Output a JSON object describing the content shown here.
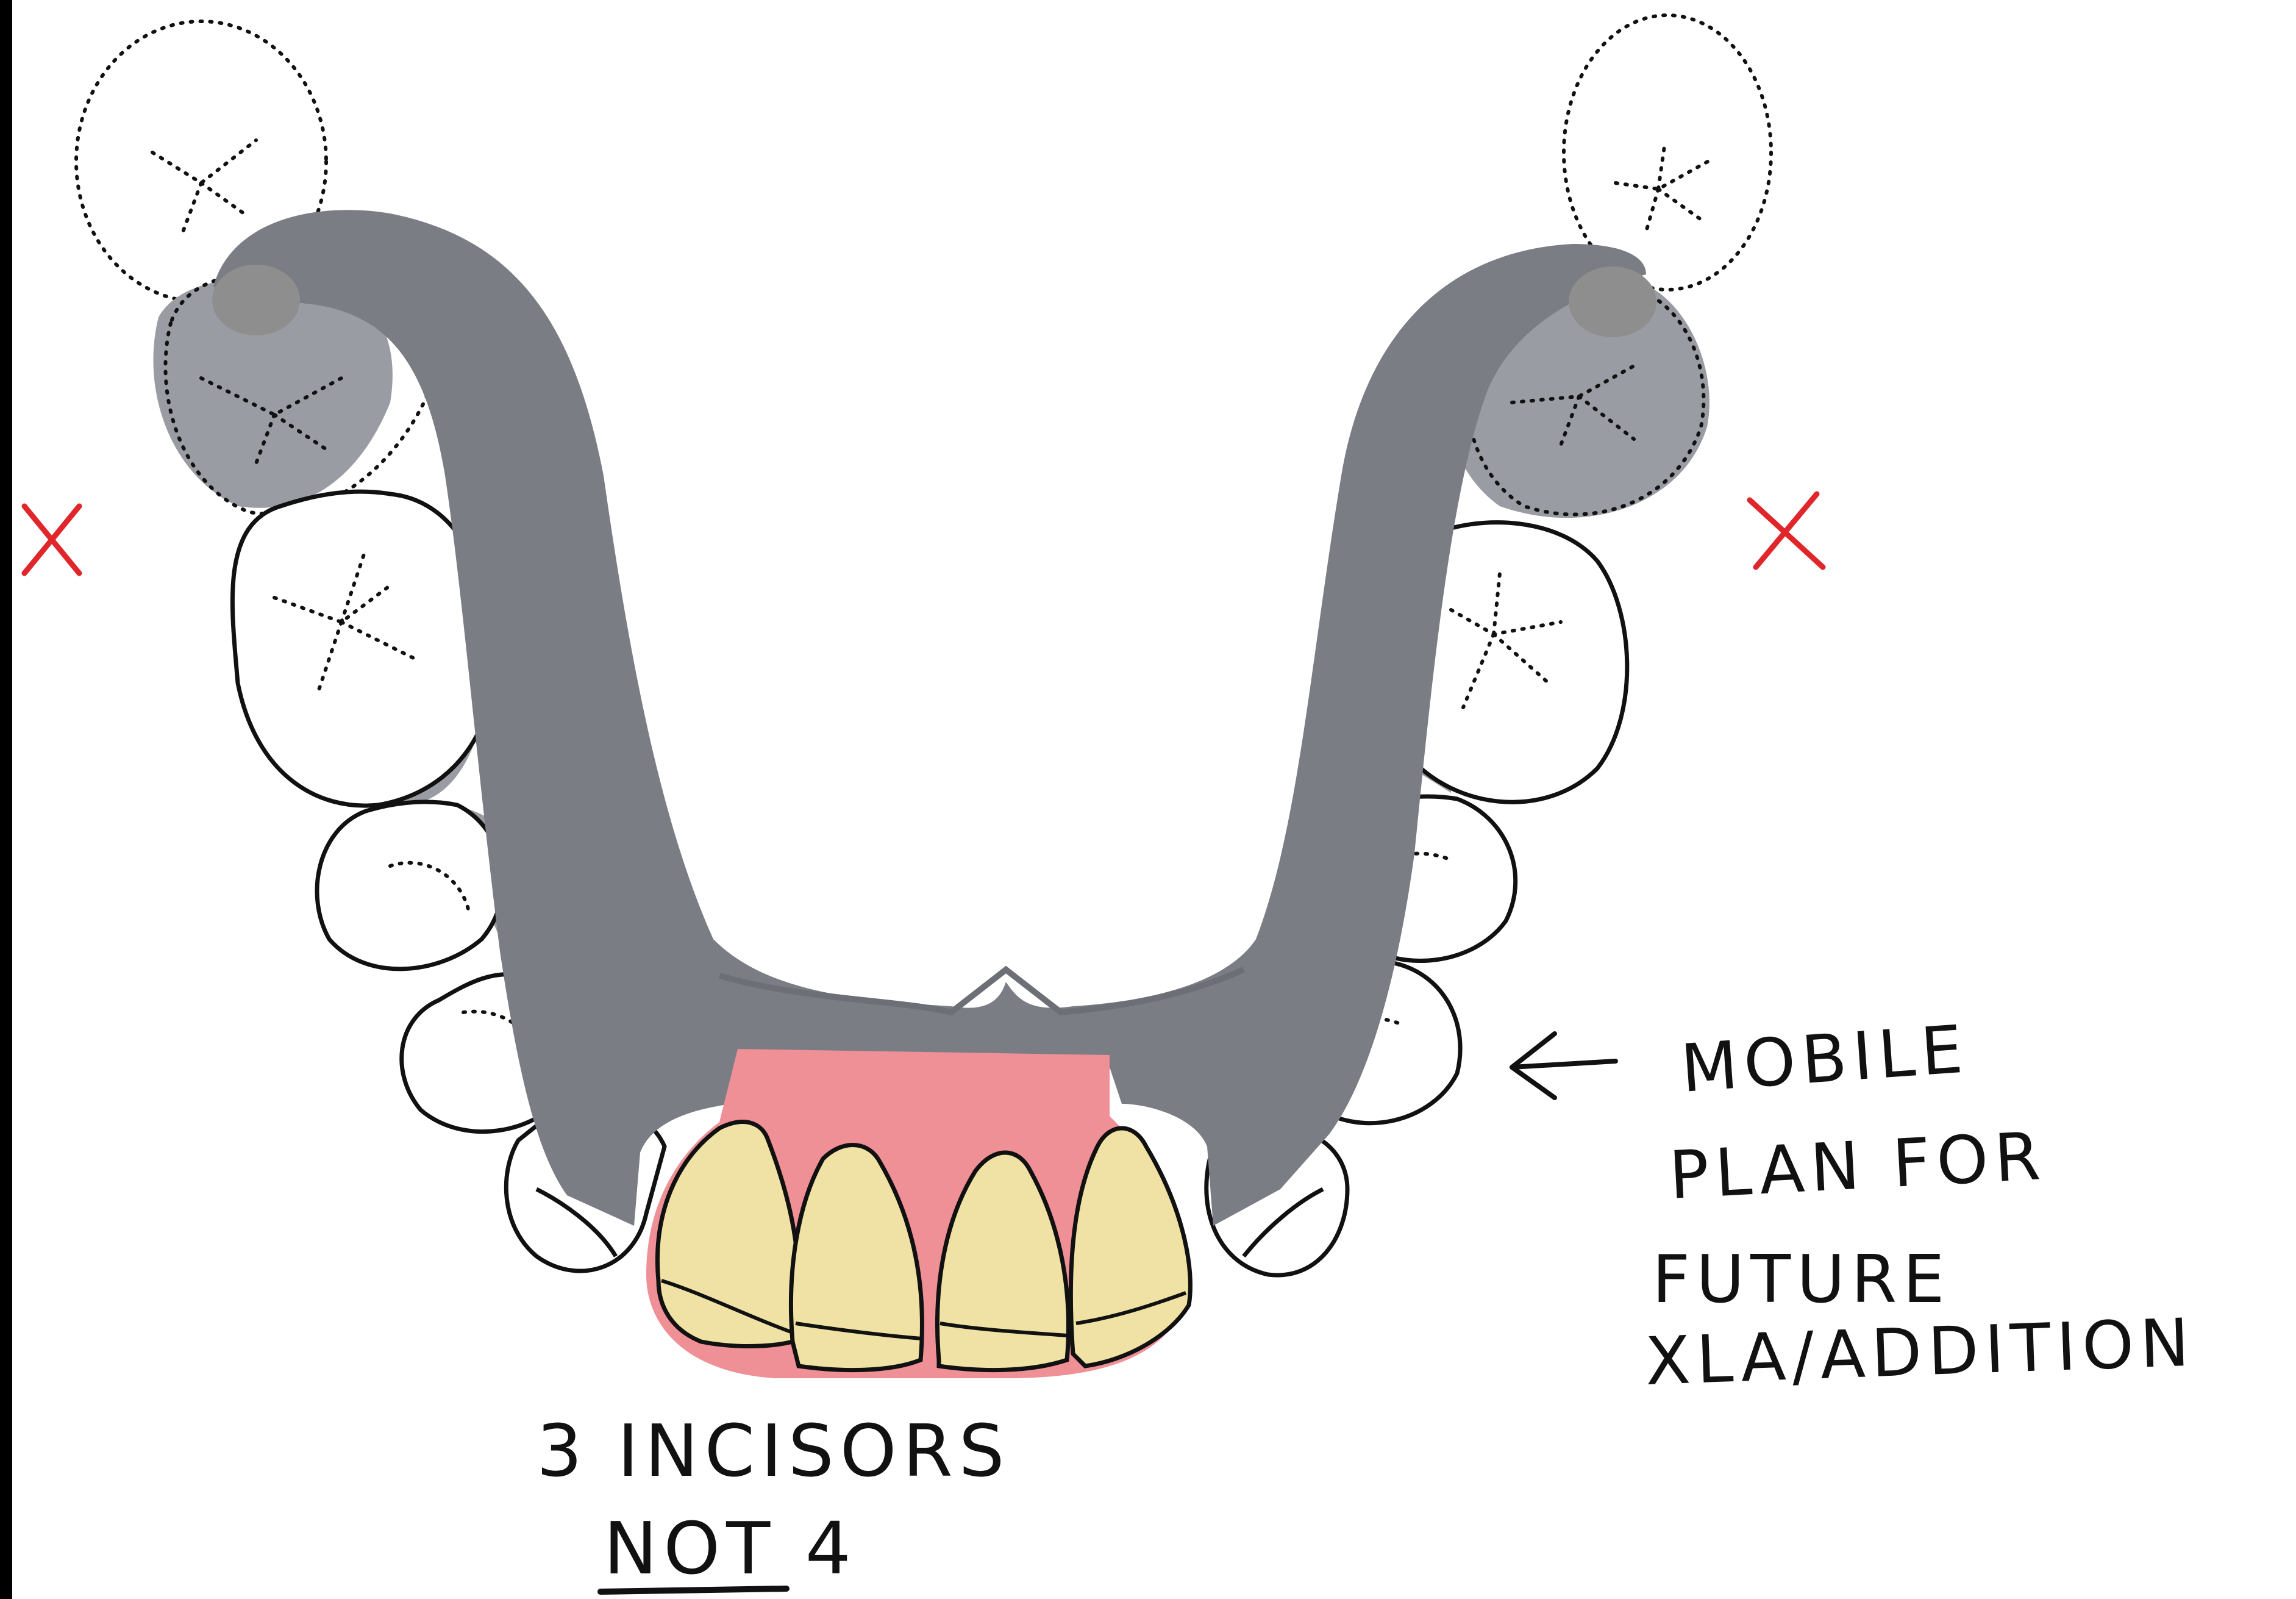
{
  "annotations": {
    "incisor_note_line1": "3 INCISORS",
    "incisor_note_line2": "NOT 4",
    "mobile_note_line1": "MOBILE",
    "mobile_note_line2": "PLAN FOR",
    "mobile_note_line3": "FUTURE",
    "mobile_note_line4": "XLA/ADDITION"
  },
  "colors": {
    "framework": "#7b7d85",
    "acrylic_gum": "#ef8f96",
    "denture_teeth": "#efe2a4",
    "extraction_mark": "#e0262a",
    "rest_seat": "#8e8e8e"
  },
  "icons": {
    "extraction_mark": "red-x",
    "pointer": "left-arrow"
  }
}
